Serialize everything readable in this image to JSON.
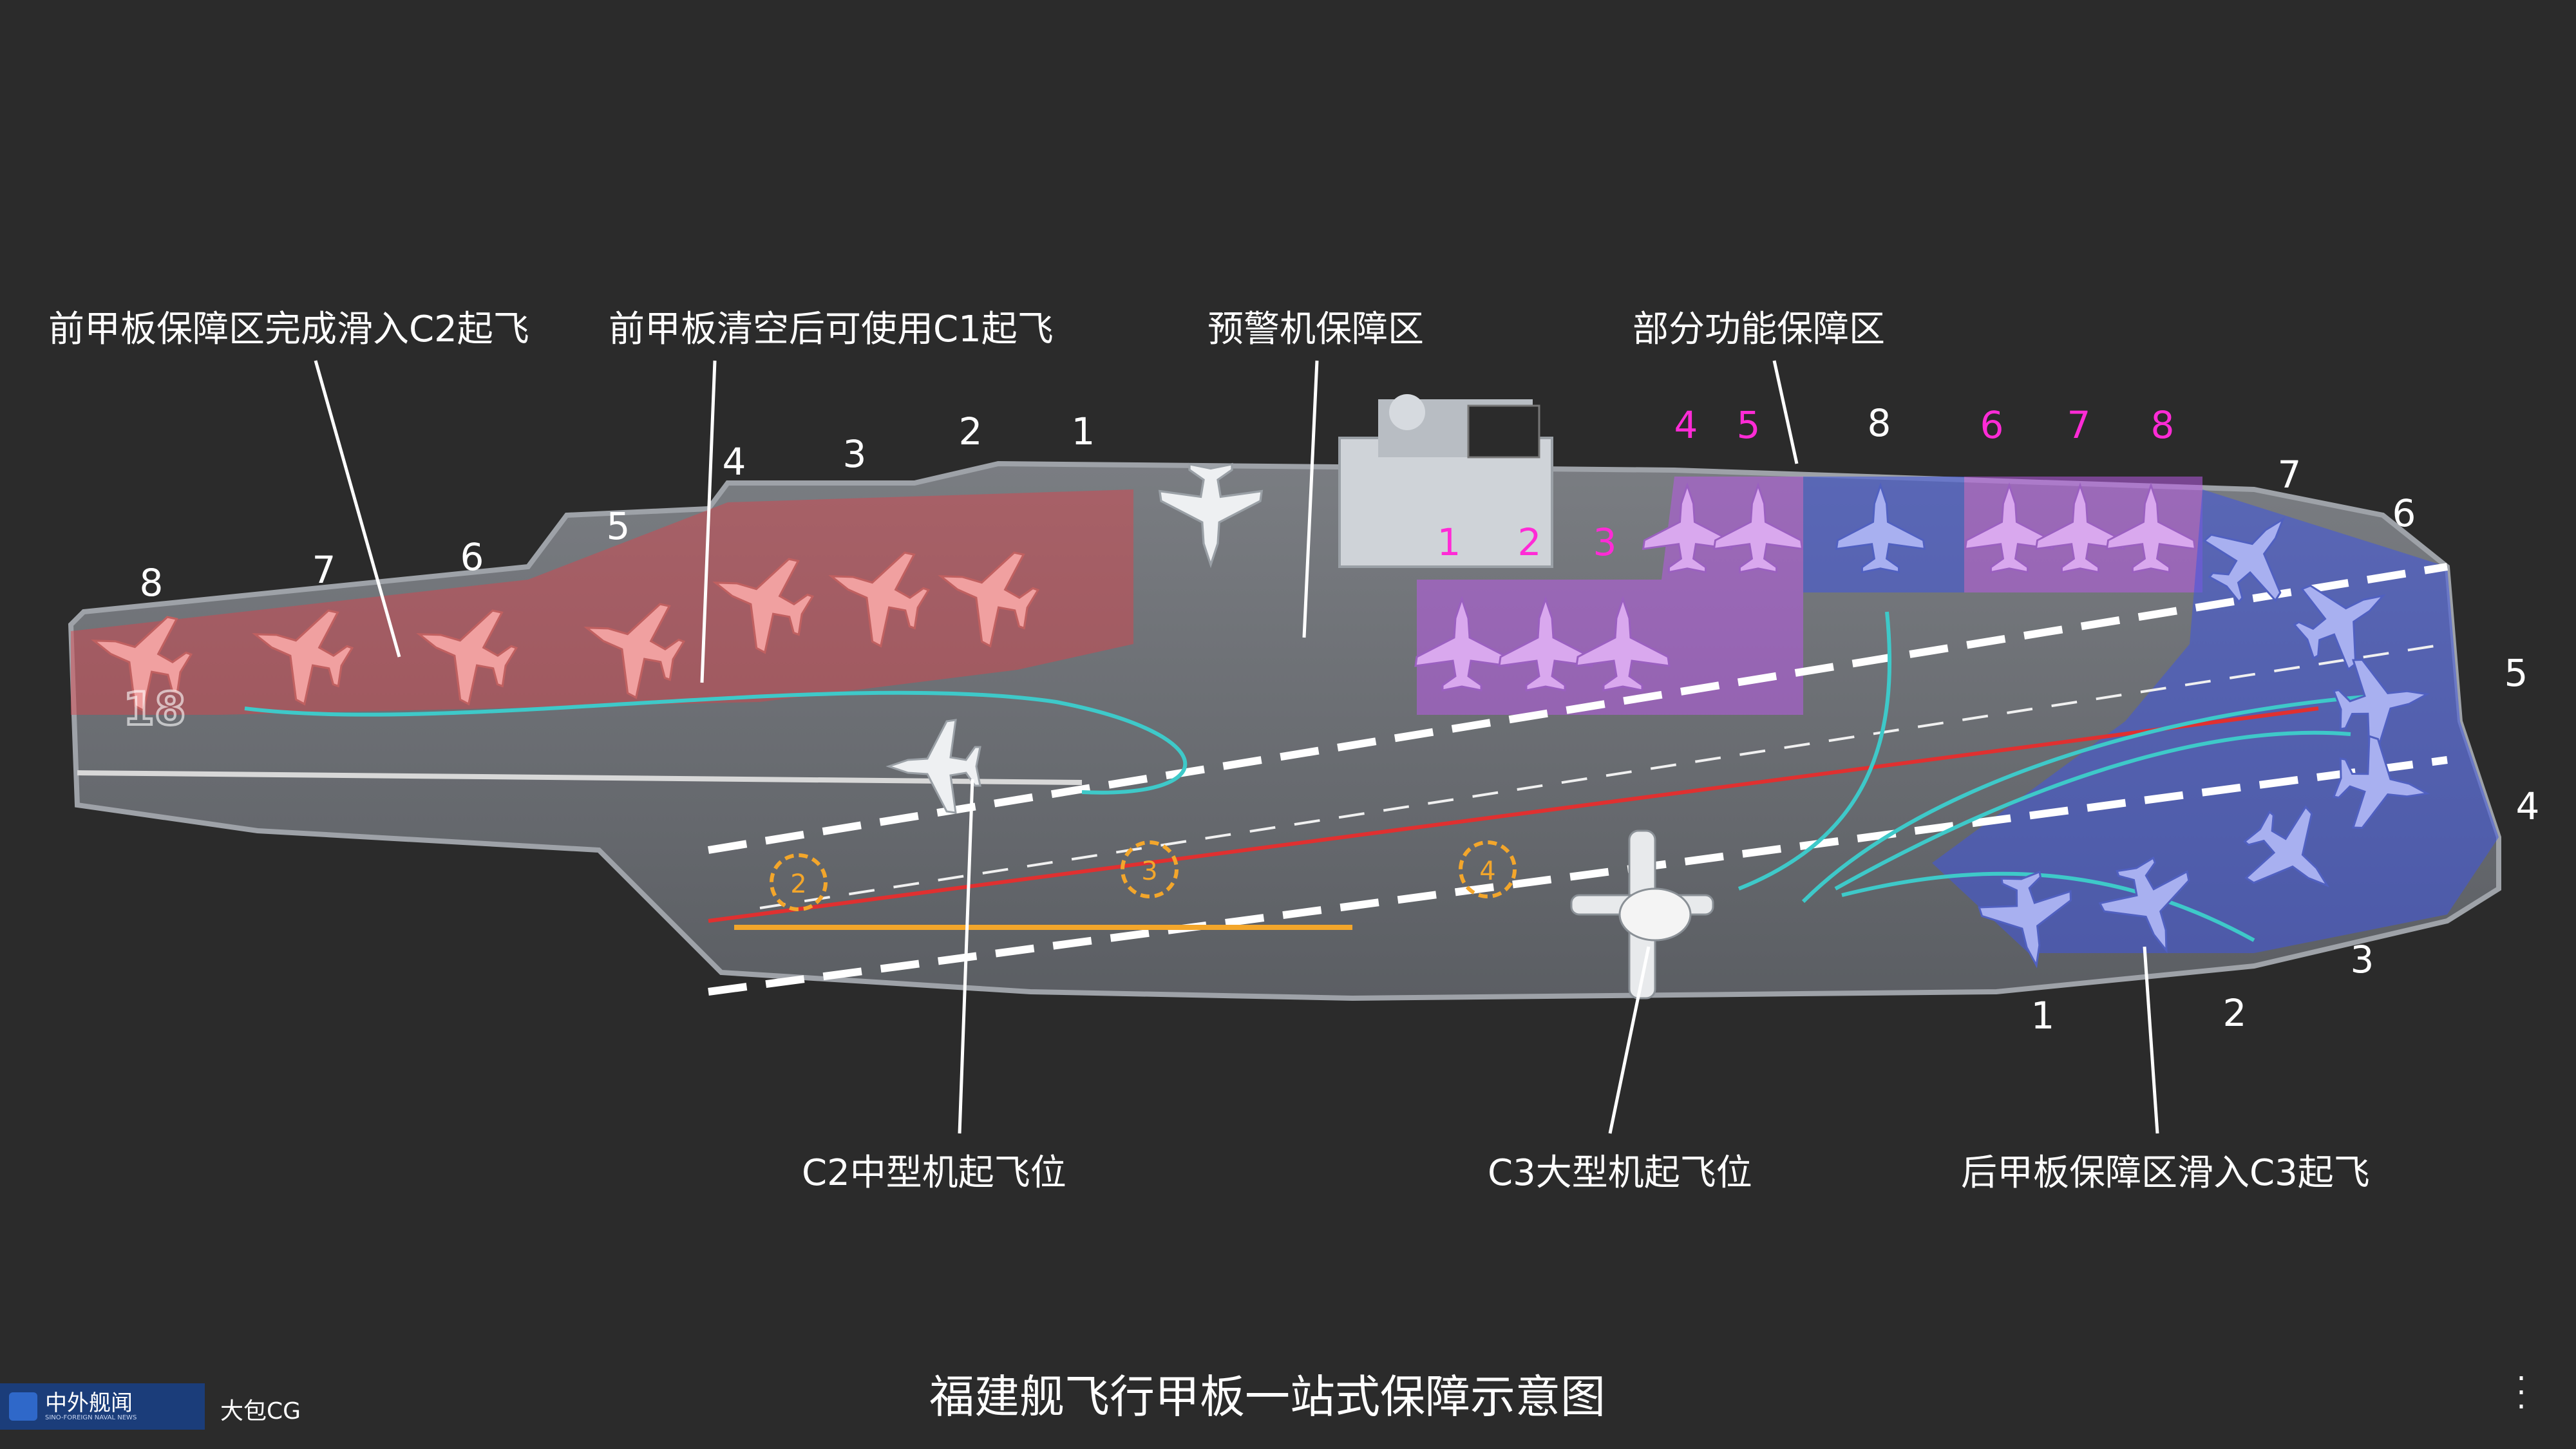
{
  "title": "福建舰飞行甲板一站式保障示意图",
  "author": "大包CG",
  "logo": {
    "name": "中外舰闻",
    "sub": "SINO-FOREIGN NAVAL NEWS"
  },
  "callouts": {
    "forward_zone_c2": "前甲板保障区完成滑入C2起飞",
    "forward_clear_c1": "前甲板清空后可使用C1起飞",
    "aew_zone": "预警机保障区",
    "partial_function_zone": "部分功能保障区",
    "c2_position": "C2中型机起飞位",
    "c3_position": "C3大型机起飞位",
    "aft_zone_c3": "后甲板保障区滑入C3起飞"
  },
  "forward_spots": [
    "8",
    "7",
    "6",
    "5",
    "4",
    "3",
    "2",
    "1"
  ],
  "island_spots": [
    "1",
    "2",
    "3"
  ],
  "mid_spots": [
    "4",
    "5",
    "8",
    "6",
    "7",
    "8"
  ],
  "aft_spots": [
    "7",
    "6",
    "5",
    "4",
    "3",
    "2",
    "1"
  ],
  "catapult_marks": [
    "2",
    "3",
    "4"
  ],
  "hull_number": "18",
  "colors": {
    "background": "#2b2b2b",
    "deck": "#6a6d72",
    "forward_zone": "#e0404a",
    "partial_zone": "#b85be6",
    "aft_zone": "#4056e0",
    "taxi_path": "#3ec9c9",
    "magenta_label": "#ff2bd6"
  }
}
